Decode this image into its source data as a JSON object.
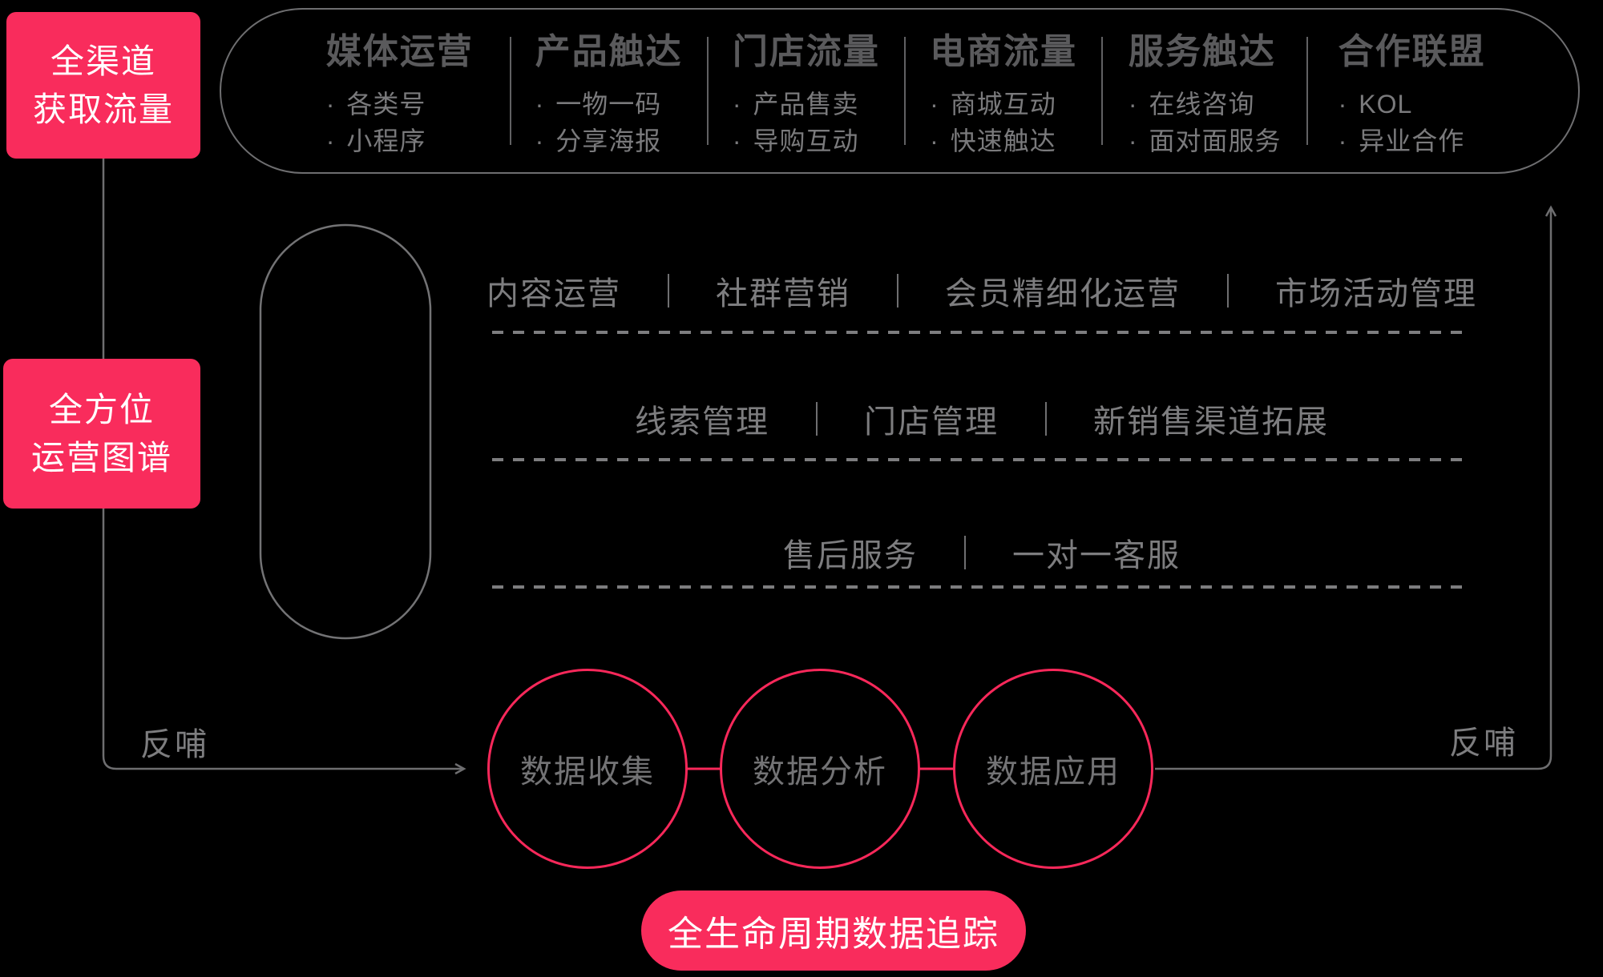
{
  "colors": {
    "background": "#000000",
    "accent_pink": "#F92C5C",
    "circle_pink": "#F8285A",
    "line_gray": "#6e6e70",
    "heading_gray": "#5a5a5c",
    "text_gray": "#7d7d7f"
  },
  "badges": {
    "top_left": {
      "line1": "全渠道",
      "line2": "获取流量"
    },
    "left": {
      "line1": "全方位",
      "line2": "运营图谱"
    }
  },
  "top_channels": {
    "columns": [
      {
        "title": "媒体运营",
        "items": [
          "各类号",
          "小程序"
        ]
      },
      {
        "title": "产品触达",
        "items": [
          "一物一码",
          "分享海报"
        ]
      },
      {
        "title": "门店流量",
        "items": [
          "产品售卖",
          "导购互动"
        ]
      },
      {
        "title": "电商流量",
        "items": [
          "商城互动",
          "快速触达"
        ]
      },
      {
        "title": "服务触达",
        "items": [
          "在线咨询",
          "面对面服务"
        ]
      },
      {
        "title": "合作联盟",
        "items": [
          "KOL",
          "异业合作"
        ]
      }
    ]
  },
  "operation_rows": [
    {
      "items": [
        "内容运营",
        "社群营销",
        "会员精细化运营",
        "市场活动管理"
      ]
    },
    {
      "items": [
        "线索管理",
        "门店管理",
        "新销售渠道拓展"
      ]
    },
    {
      "items": [
        "售后服务",
        "一对一客服"
      ]
    }
  ],
  "data_circles": [
    {
      "label": "数据收集"
    },
    {
      "label": "数据分析"
    },
    {
      "label": "数据应用"
    }
  ],
  "feedback": {
    "left": "反哺",
    "right": "反哺"
  },
  "bottom_pill": {
    "label": "全生命周期数据追踪"
  }
}
